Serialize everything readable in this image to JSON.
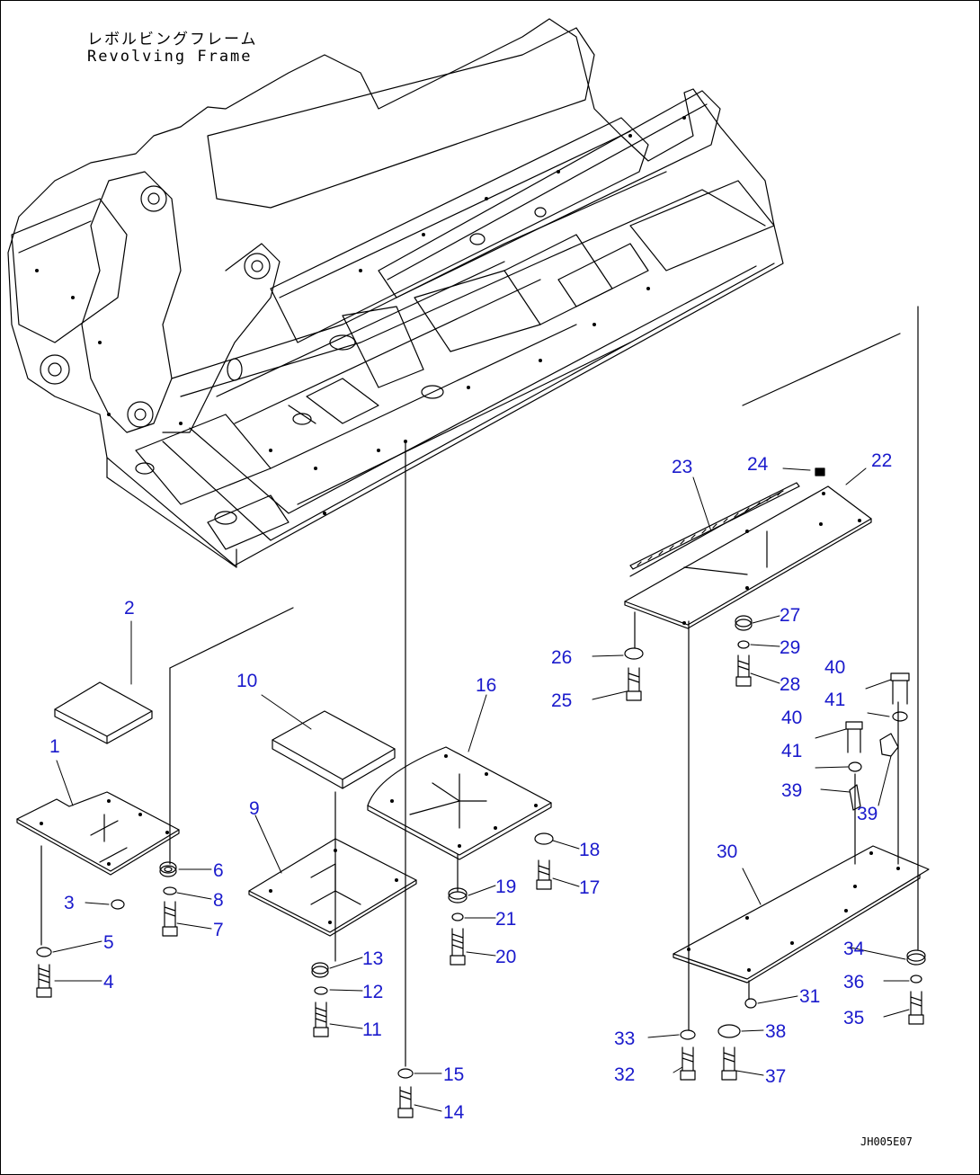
{
  "title": {
    "japanese": "レボルビングフレーム",
    "english": "Revolving Frame"
  },
  "reference_code": "JH005E07",
  "callouts": [
    "1",
    "2",
    "3",
    "4",
    "5",
    "6",
    "7",
    "8",
    "9",
    "10",
    "11",
    "12",
    "13",
    "14",
    "15",
    "16",
    "17",
    "18",
    "19",
    "20",
    "21",
    "22",
    "23",
    "24",
    "25",
    "26",
    "27",
    "28",
    "29",
    "30",
    "31",
    "32",
    "33",
    "34",
    "35",
    "36",
    "37",
    "38",
    "39",
    "39",
    "40",
    "40",
    "41",
    "41"
  ],
  "colors": {
    "line": "#000000",
    "callout": "#1a1acc",
    "background": "#ffffff"
  }
}
